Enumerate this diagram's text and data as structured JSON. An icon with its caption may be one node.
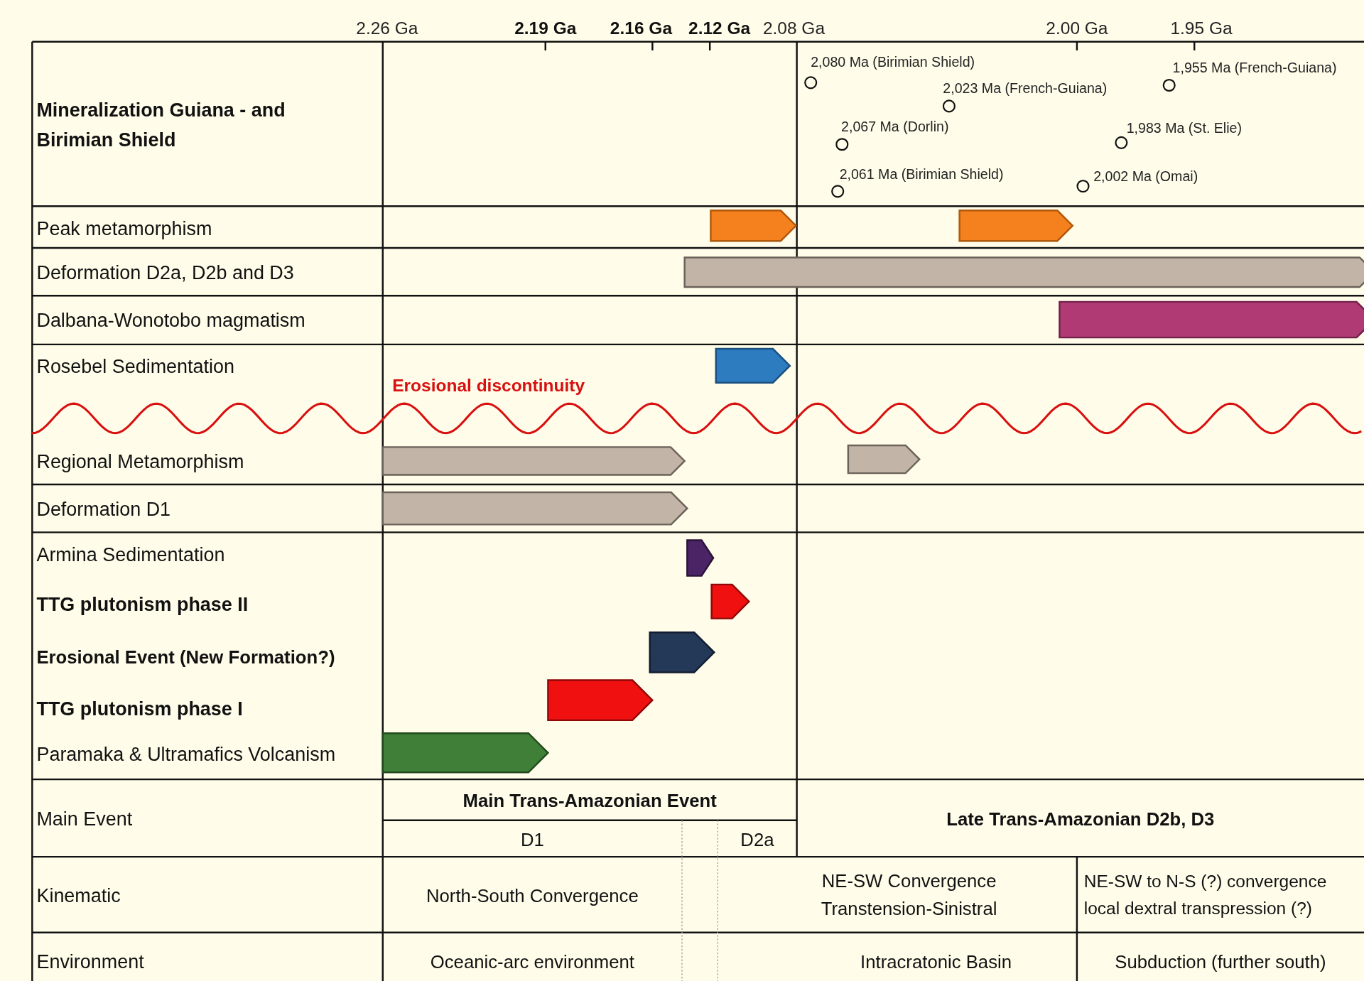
{
  "diagram": {
    "nodes": [
      {
        "text": [],
        "shape": "bar"
      },
      {
        "text": [],
        "shape": "bar"
      },
      {
        "text": [],
        "shape": "bar"
      },
      {
        "text": [],
        "shape": "bar"
      },
      {
        "text": [],
        "shape": "bar"
      },
      {
        "text": [],
        "shape": "bar"
      },
      {
        "text": [],
        "shape": "bar"
      },
      {
        "text": [],
        "shape": "bar"
      },
      {
        "text": [],
        "shape": "bar"
      },
      {
        "text": [],
        "shape": "bar"
      },
      {
        "text": [],
        "shape": "bar"
      },
      {
        "text": [],
        "shape": "bar"
      },
      {
        "text": [],
        "shape": "bar"
      }
    ],
    "labels": [
      "2.26 Ga",
      "2.19 Ga",
      "2.16 Ga",
      "2.12 Ga",
      "2.08 Ga",
      "2.00 Ga",
      "1.95 Ga",
      "Mineralization Guiana - and Birimian Shield",
      "2,080 Ma (Birimian Shield)",
      "1,955 Ma (French-Guiana)",
      "2,023 Ma (French-Guiana)",
      "2,067 Ma (Dorlin)",
      "1,983 Ma (St. Elie)",
      "2,061 Ma (Birimian Shield)",
      "2,002 Ma (Omai)",
      "Peak metamorphism",
      "Deformation D2a, D2b and D3",
      "Dalbana-Wonotobo magmatism",
      "Rosebel Sedimentation",
      "Erosional discontinuity",
      "Regional Metamorphism",
      "Deformation D1",
      "Armina Sedimentation",
      "TTG plutonism phase II",
      "Erosional Event (New Formation?)",
      "TTG plutonism phase I",
      "Paramaka & Ultramafics Volcanism",
      "Main Event",
      "Main Trans-Amazonian Event",
      "Late Trans-Amazonian D2b, D3",
      "D1",
      "D2a",
      "Kinematic",
      "North-South Convergence",
      "NE-SW Convergence Transtension-Sinistral",
      "NE-SW to N-S (?) convergence local dextral transpression (?)",
      "Environment",
      "Oceanic-arc environment",
      "Intracratonic Basin",
      "Subduction (further south)"
    ]
  }
}
